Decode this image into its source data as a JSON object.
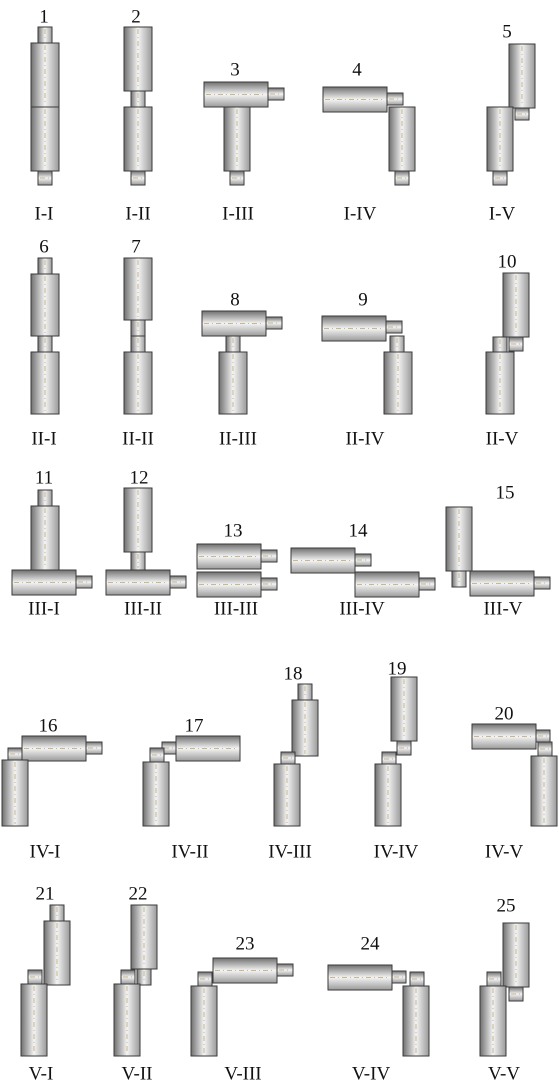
{
  "colors": {
    "cylinder_gradient": [
      "#707070",
      "#f4f4f4",
      "#9a9a9a"
    ],
    "stroke": "#3a3a3a",
    "text": "#111111"
  },
  "items": [
    {
      "number": "1",
      "label": "I-I"
    },
    {
      "number": "2",
      "label": "I-II"
    },
    {
      "number": "3",
      "label": "I-III"
    },
    {
      "number": "4",
      "label": "I-IV"
    },
    {
      "number": "5",
      "label": "I-V"
    },
    {
      "number": "6",
      "label": "II-I"
    },
    {
      "number": "7",
      "label": "II-II"
    },
    {
      "number": "8",
      "label": "II-III"
    },
    {
      "number": "9",
      "label": "II-IV"
    },
    {
      "number": "10",
      "label": "II-V"
    },
    {
      "number": "11",
      "label": "III-I"
    },
    {
      "number": "12",
      "label": "III-II"
    },
    {
      "number": "13",
      "label": "III-III"
    },
    {
      "number": "14",
      "label": "III-IV"
    },
    {
      "number": "15",
      "label": "III-V"
    },
    {
      "number": "16",
      "label": "IV-I"
    },
    {
      "number": "17",
      "label": "IV-II"
    },
    {
      "number": "18",
      "label": "IV-III"
    },
    {
      "number": "19",
      "label": "IV-IV"
    },
    {
      "number": "20",
      "label": "IV-V"
    },
    {
      "number": "21",
      "label": "V-I"
    },
    {
      "number": "22",
      "label": "V-II"
    },
    {
      "number": "23",
      "label": "V-III"
    },
    {
      "number": "24",
      "label": "V-IV"
    },
    {
      "number": "25",
      "label": "V-V"
    }
  ]
}
